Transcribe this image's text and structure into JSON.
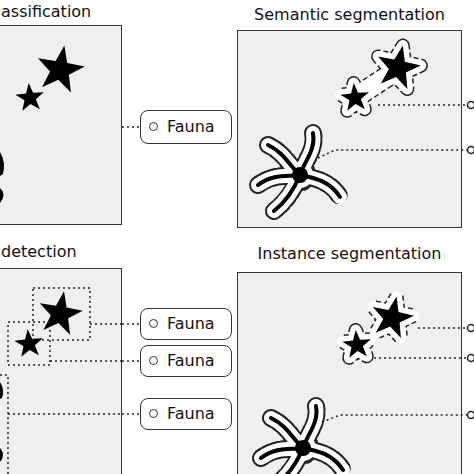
{
  "diagram": {
    "nodes": [
      {
        "text": [
          "assification"
        ]
      },
      {
        "text": [
          "Fauna"
        ]
      },
      {
        "text": [
          "Semantic segmentation"
        ]
      },
      {
        "text": [
          "detection"
        ]
      },
      {
        "text": [
          "Fauna"
        ]
      },
      {
        "text": [
          "Fauna"
        ]
      },
      {
        "text": [
          "Fauna"
        ]
      },
      {
        "text": [
          "Instance segmentation"
        ]
      }
    ],
    "edges": [
      {
        "from": 0,
        "to": 1,
        "arrow": "none"
      },
      {
        "from": 3,
        "to": 4,
        "arrow": "none"
      },
      {
        "from": 3,
        "to": 5,
        "arrow": "none"
      },
      {
        "from": 3,
        "to": 6,
        "arrow": "none"
      }
    ]
  }
}
